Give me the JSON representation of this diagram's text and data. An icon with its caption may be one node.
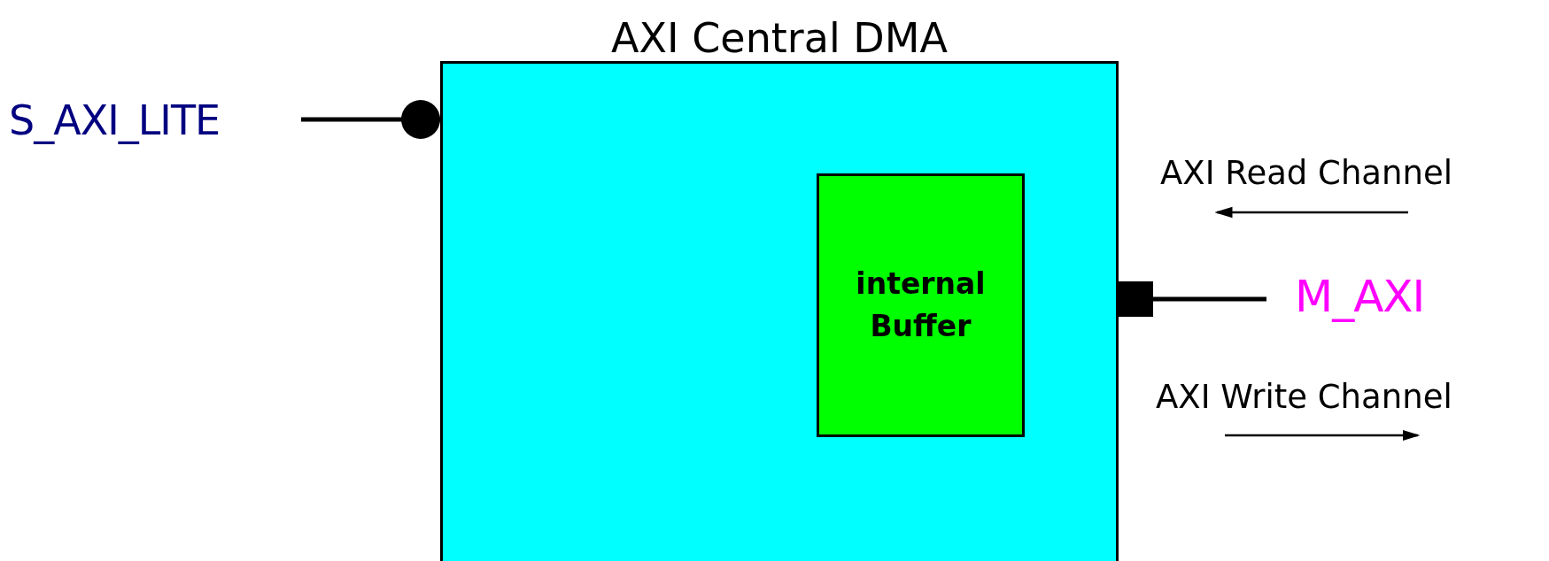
{
  "diagram": {
    "nodes": [
      {
        "text": [
          "S_AXI_LITE"
        ]
      },
      {
        "text": [
          "AXI Central DMA"
        ]
      },
      {
        "text": [
          "internal Buffer"
        ],
        "in": 1
      },
      {
        "text": [
          "M_AXI"
        ]
      }
    ],
    "edges": [
      {
        "from": 0,
        "to": 1,
        "arrow": "other"
      },
      {
        "from": 3,
        "to": 1,
        "arrow": "other"
      }
    ],
    "labels": [
      "AXI Read Channel",
      "AXI Write Channel"
    ]
  }
}
